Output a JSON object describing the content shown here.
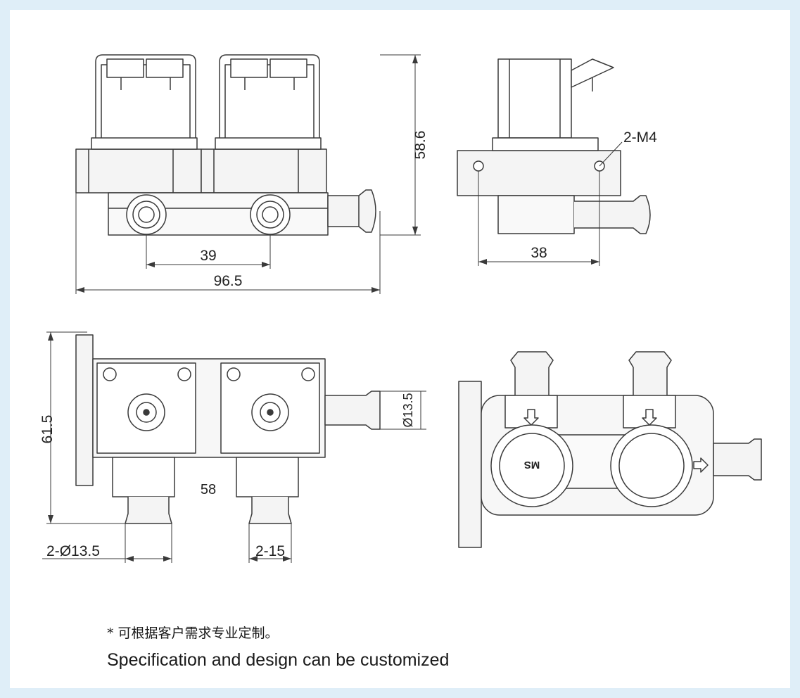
{
  "views": {
    "front": {
      "dim_height": "58.6",
      "dim_spacing": "39",
      "dim_length": "96.5"
    },
    "side": {
      "dim_width": "38",
      "dim_holes": "2-M4"
    },
    "top": {
      "dim_height": "61.5",
      "dim_inner": "58",
      "dim_outlet_dia": "Ø13.5",
      "dim_inlet_dia": "2-Ø13.5",
      "dim_inlet_len": "2-15"
    },
    "bottom": {
      "marking": "MS"
    }
  },
  "notes": {
    "chinese": "* 可根据客户需求专业定制。",
    "english": "Specification and design can be customized"
  },
  "colors": {
    "background": "#dfeef8",
    "sheet": "#ffffff",
    "line": "#3a3a3a",
    "shade": "#efefef"
  }
}
